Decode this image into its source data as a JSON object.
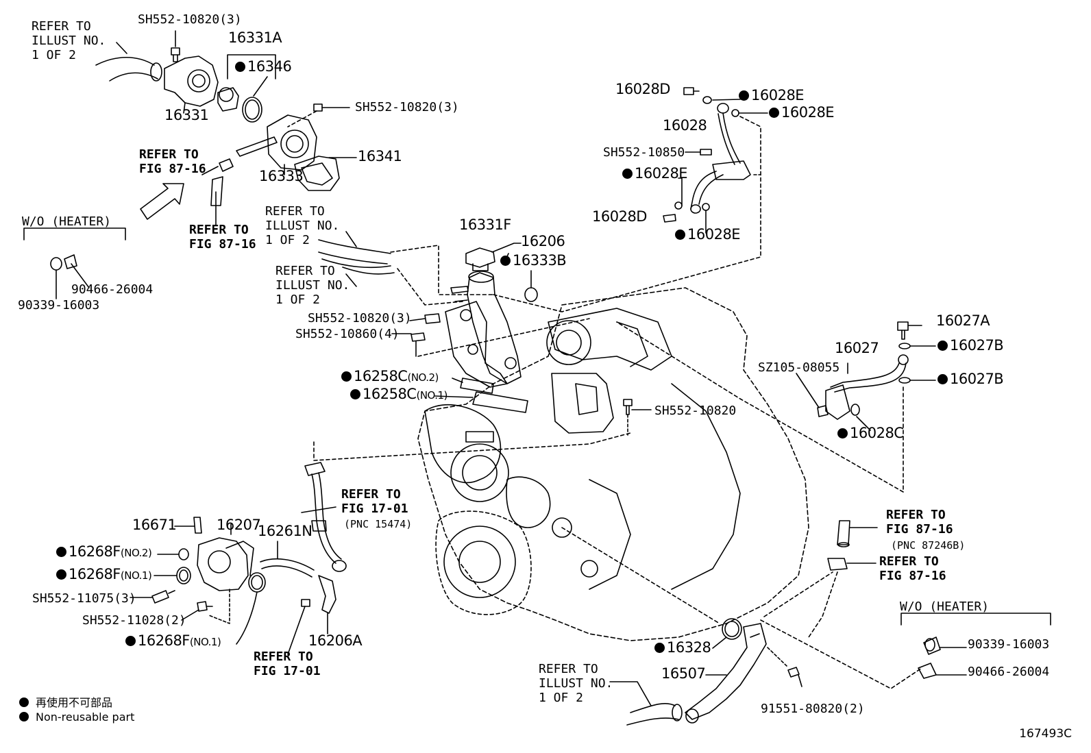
{
  "refer_illust": "REFER TO\nILLUST NO.\n1 OF 2",
  "refer_fig_87_16": "REFER TO\nFIG 87-16",
  "refer_fig_17_01": "REFER TO\nFIG 17-01",
  "refer_fig_17_01_pnc": "(PNC 15474)",
  "refer_fig_87_16_pnc": "(PNC 87246B)",
  "wo_heater": "W/O (HEATER)",
  "parts": {
    "p16331A": "16331A",
    "p16346": "16346",
    "p16331": "16331",
    "p16333": "16333",
    "p16341": "16341",
    "p16331F": "16331F",
    "p16206": "16206",
    "p16333B": "16333B",
    "p16258C": "16258C",
    "no1": "(NO.1)",
    "no2": "(NO.2)",
    "p16028D": "16028D",
    "p16028E": "16028E",
    "p16028": "16028",
    "p16027A": "16027A",
    "p16027B": "16027B",
    "p16027": "16027",
    "p16028C": "16028C",
    "p16671": "16671",
    "p16207": "16207",
    "p16261N": "16261N",
    "p16268F": "16268F",
    "p16206A": "16206A",
    "p16328": "16328",
    "p16507": "16507",
    "p90466": "90466-26004",
    "p90339": "90339-16003",
    "p91551": "91551-80820(2)",
    "sh552_10820_3": "SH552-10820(3)",
    "sh552_10850": "SH552-10850",
    "sh552_10860_4": "SH552-10860(4)",
    "sh552_10820": "SH552-10820",
    "sz105_08055": "SZ105-08055",
    "sh552_11075_3": "SH552-11075(3)",
    "sh552_11028_2": "SH552-11028(2)"
  },
  "legend": {
    "jp": "再使用不可部品",
    "en": "Non-reusable part"
  },
  "figure_id": "167493C"
}
